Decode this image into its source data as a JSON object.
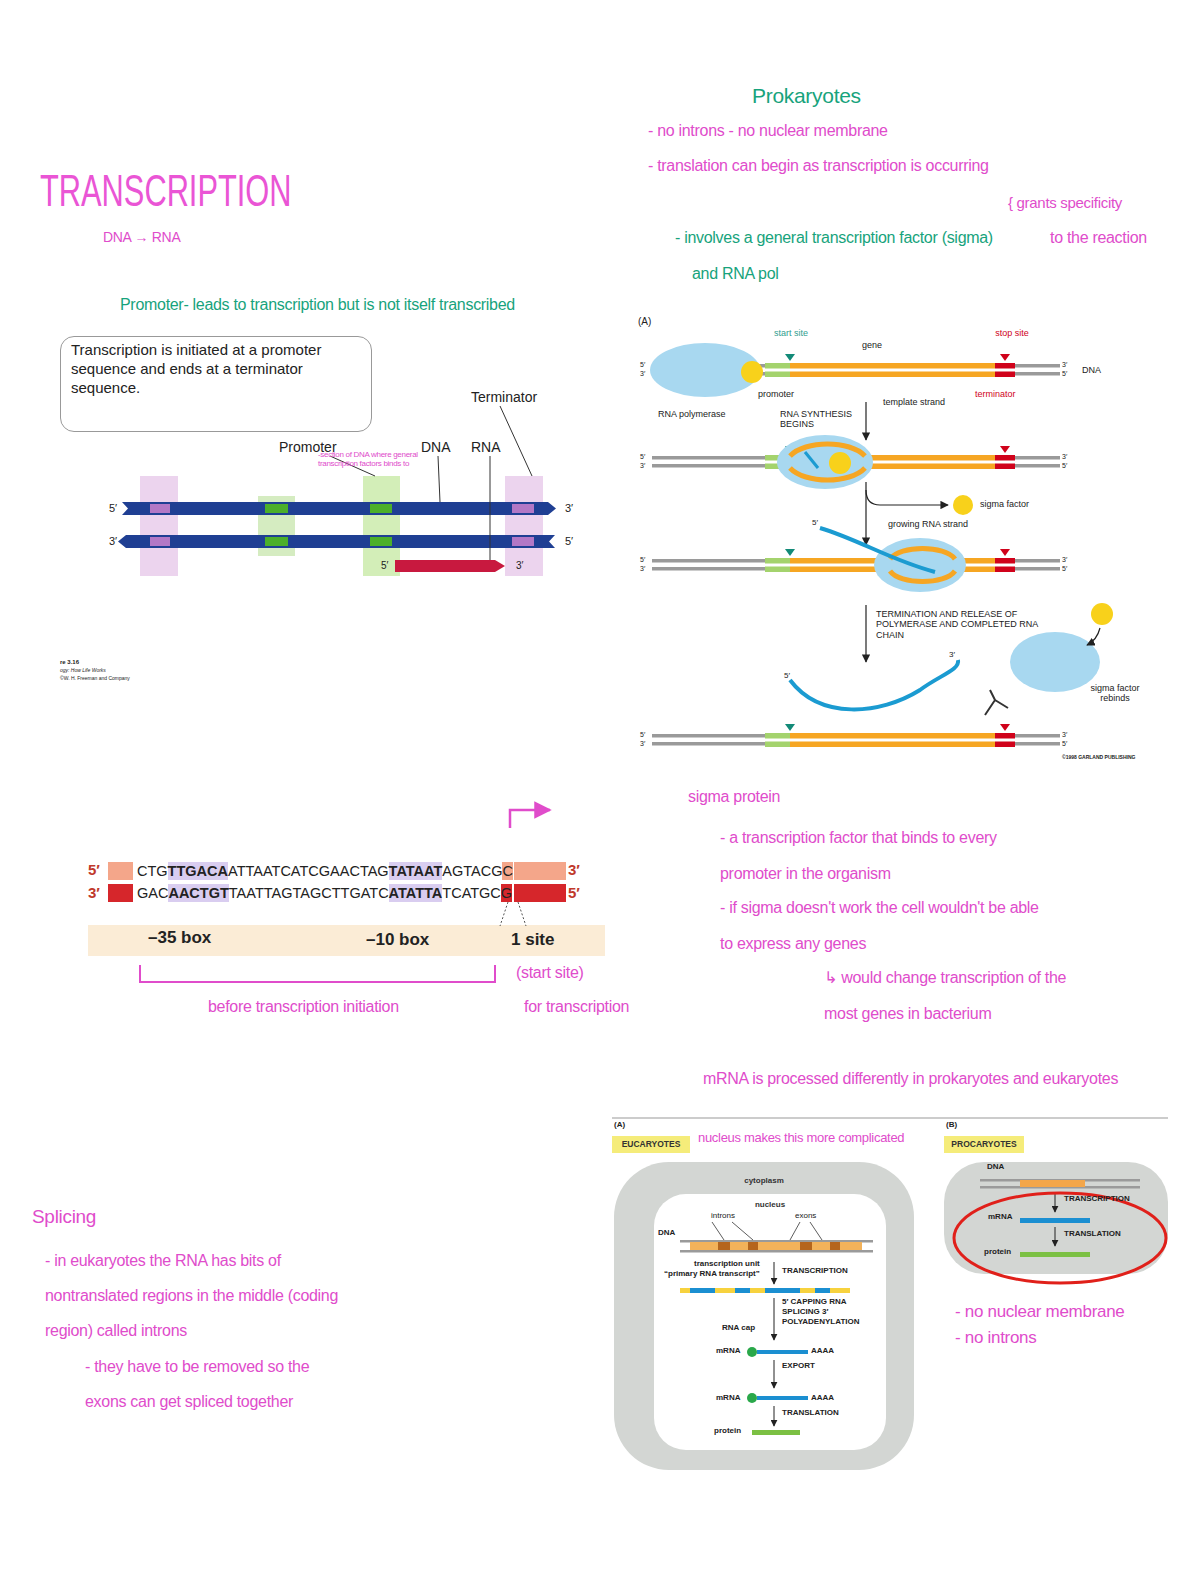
{
  "diagram": {
    "title": "TRANSCRIPTION",
    "nodes": [
      {
        "text": [
          "Transcription is initiated at a promoter sequence and ends at a terminator sequence."
        ]
      },
      {
        "text": [
          "EUCARYOTES"
        ]
      },
      {
        "text": [
          "PROCARYOTES"
        ]
      },
      {
        "text": [
          "cytoplasm"
        ]
      },
      {
        "text": [
          "nucleus"
        ],
        "in": 3
      }
    ],
    "labels": [
      "DNA → RNA",
      "Promoter- leads to transcription but is not itself transcribed",
      "Terminator",
      "Promoter",
      "DNA",
      "RNA",
      "-section of DNA where general transcription factors binds to",
      "5′",
      "3′",
      "3′",
      "5′",
      "5′",
      "3′",
      "re 3.16",
      "ogy: How Life Works",
      "©W. H. Freeman and Company",
      "Prokaryotes",
      "- no introns - no nuclear membrane",
      "- translation can begin as transcription is occurring",
      "{ grants specificity",
      "- involves a general transcription factor (sigma)",
      "to the reaction",
      "and RNA pol",
      "(A)",
      "start site",
      "gene",
      "stop site",
      "5′",
      "3′",
      "3′",
      "5′",
      "DNA",
      "promoter",
      "template strand",
      "terminator",
      "RNA polymerase",
      "RNA SYNTHESIS BEGINS",
      "5′",
      "3′",
      "3′",
      "5′",
      "sigma factor",
      "5′",
      "growing RNA strand",
      "5′",
      "3′",
      "3′",
      "5′",
      "TERMINATION AND RELEASE OF POLYMERASE AND COMPLETED RNA CHAIN",
      "5′",
      "3′",
      "sigma factor rebinds",
      "5′",
      "3′",
      "3′",
      "5′",
      "©1998 GARLAND PUBLISHING",
      "5′",
      "CTG",
      "TTGACA",
      "ATTAATCATCGAACTAG",
      "TATAAT",
      "AGTACG",
      "C",
      "3′",
      "3′",
      "GAC",
      "AACTGT",
      "TAATTAGTAGCTTGATC",
      "ATATTA",
      "TCATGC",
      "G",
      "5′",
      "–35 box",
      "–10 box",
      "1 site",
      "before transcription initiation",
      "(start site)",
      "for transcription",
      "sigma protein",
      "- a transcription factor that binds to every promoter in the organism",
      "- if sigma doesn't work the cell wouldn't be able to express any genes",
      "↳ would change transcription of the most genes in bacterium",
      "mRNA is processed differently in prokaryotes and eukaryotes",
      "(A)",
      "(B)",
      "nucleus makes this more complicated",
      "introns",
      "exons",
      "DNA",
      "transcription unit",
      "“primary RNA transcript”",
      "TRANSCRIPTION",
      "5′ CAPPING RNA SPLICING 3′ POLYADENYLATION",
      "RNA cap",
      "mRNA",
      "AAAA",
      "EXPORT",
      "mRNA",
      "AAAA",
      "TRANSLATION",
      "protein",
      "DNA",
      "TRANSCRIPTION",
      "mRNA",
      "TRANSLATION",
      "protein",
      "- no nuclear membrane",
      "- no introns",
      "Splicing",
      "- in eukaryotes the RNA has bits of nontranslated regions in the middle (coding region) called introns",
      "- they have to be removed so the exons can get spliced together"
    ]
  }
}
